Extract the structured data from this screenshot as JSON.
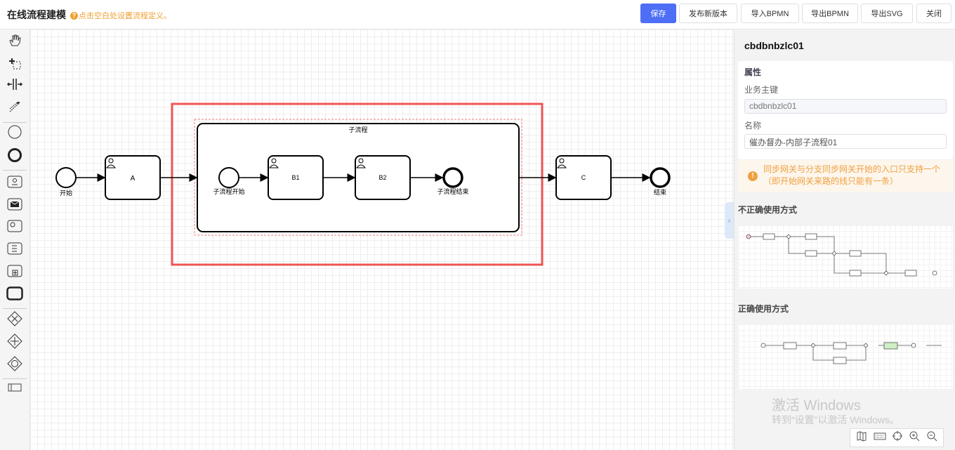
{
  "header": {
    "title": "在线流程建模",
    "hint": "点击空白处设置流程定义。",
    "buttons": [
      "保存",
      "发布新版本",
      "导入BPMN",
      "导出BPMN",
      "导出SVG",
      "关闭"
    ]
  },
  "palette": {
    "tools": [
      "hand-tool-icon",
      "lasso-tool-icon",
      "space-tool-icon",
      "connect-tool-icon",
      "start-event-icon",
      "end-event-icon",
      "user-task-icon",
      "message-task-icon",
      "service-task-icon",
      "script-task-icon",
      "subprocess-icon",
      "task-icon",
      "exclusive-gateway-icon",
      "parallel-gateway-icon",
      "inclusive-gateway-icon",
      "pool-icon"
    ]
  },
  "diagram": {
    "start": "开始",
    "taskA": "A",
    "subprocess": "子流程",
    "subStart": "子流程开始",
    "b1": "B1",
    "b2": "B2",
    "subEnd": "子流程结束",
    "taskC": "C",
    "end": "结束"
  },
  "panel": {
    "title": "cbdbnbzlc01",
    "section": "属性",
    "key_label": "业务主键",
    "key_value": "cbdbnbzlc01",
    "name_label": "名称",
    "name_value": "催办督办-内部子流程01",
    "warning": "同步网关与分支同步网关开始的入口只支持一个（即开始网关来路的线只能有一条）",
    "warning_line1": "同步网关与分支同步网关开始的入口只支持一个",
    "warning_line2": "（即开始网关来路的线只能有一条）",
    "wrong_title": "不正确使用方式",
    "right_title": "正确使用方式"
  },
  "watermark": {
    "line1": "激活 Windows",
    "line2": "转到“设置”以激活 Windows。"
  },
  "colors": {
    "primary": "#4d6ef5",
    "highlight": "#f05454",
    "warning": "#f0a040"
  }
}
